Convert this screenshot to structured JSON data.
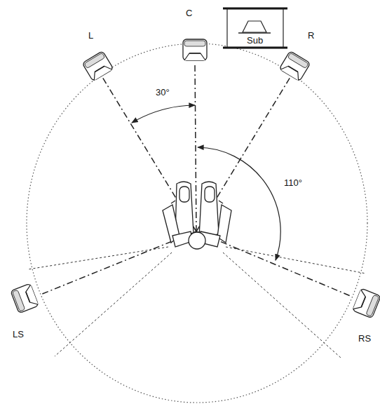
{
  "diagram": {
    "nodes": [
      {
        "text": [
          "L"
        ]
      },
      {
        "text": [
          "C"
        ]
      },
      {
        "text": [
          "Sub"
        ]
      },
      {
        "text": [
          "R"
        ]
      },
      {
        "text": [
          "LS"
        ]
      },
      {
        "text": [
          "RS"
        ]
      }
    ],
    "labels": [
      "30°",
      "110°"
    ]
  }
}
